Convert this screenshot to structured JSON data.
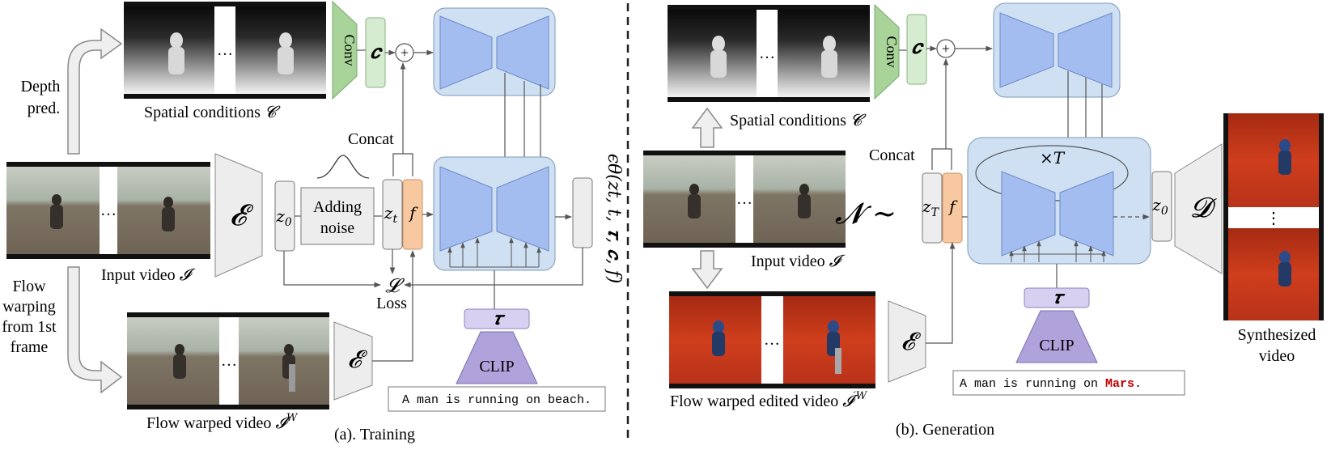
{
  "colors": {
    "unet_panel": "#cfe0f3",
    "unet_trap": "#a3bdf0",
    "conv": "#a8d49a",
    "cond_box": "#d6ecd0",
    "f_box": "#f8c9a0",
    "clip": "#b0a2da",
    "tau_box": "#d8d0f0",
    "gray_box": "#ededed",
    "mars_red": "#c00000",
    "sky": "#aeb9ae",
    "sand": "#8a7a66",
    "mars": "#c5381a"
  },
  "training": {
    "caption": "(a). Training",
    "depth_pred": [
      "Depth",
      "pred."
    ],
    "flow_warping": [
      "Flow",
      "warping",
      "from 1st",
      "frame"
    ],
    "spatial_conditions": "Spatial conditions",
    "spatial_symbol": "𝓒",
    "input_video": "Input video",
    "input_symbol": "𝓘",
    "flow_warped_video": "Flow warped video",
    "flow_warped_symbol": "𝓘",
    "flow_warped_sup": "W",
    "conv": "Conv",
    "c_symbol": "𝒄",
    "plus": "+",
    "encoder": "𝓔",
    "z0": "z",
    "z0_sub": "0",
    "adding_noise": [
      "Adding",
      "noise"
    ],
    "concat": "Concat",
    "zt": "z",
    "zt_sub": "t",
    "f": "f",
    "loss_symbol": "𝓛",
    "loss": "Loss",
    "tau": "𝝉",
    "clip": "CLIP",
    "prompt": "A man is running on beach.",
    "epsilon": "ϵθ(zt, t, 𝝉, 𝒄, f)",
    "ellipsis": "…"
  },
  "generation": {
    "caption": "(b). Generation",
    "spatial_conditions": "Spatial conditions",
    "spatial_symbol": "𝓒",
    "input_video": "Input video",
    "input_symbol": "𝓘",
    "flow_warped_edited": "Flow warped edited video",
    "flow_warped_symbol": "𝓘",
    "flow_warped_sup": "′W",
    "conv": "Conv",
    "c_symbol": "𝒄",
    "plus": "+",
    "concat": "Concat",
    "noise_dist": "𝓝 ~",
    "zT": "z",
    "zT_sub": "T",
    "f": "f",
    "times_T": "×T",
    "tau": "𝝉",
    "clip": "CLIP",
    "prompt_prefix": "A man is running on ",
    "prompt_highlight": "Mars",
    "prompt_suffix": ".",
    "encoder": "𝓔",
    "z0": "z",
    "z0_sub": "0",
    "decoder": "𝓓",
    "synthesized": [
      "Synthesized",
      "video"
    ],
    "ellipsis": "…",
    "v_ellipsis": "⋮"
  }
}
